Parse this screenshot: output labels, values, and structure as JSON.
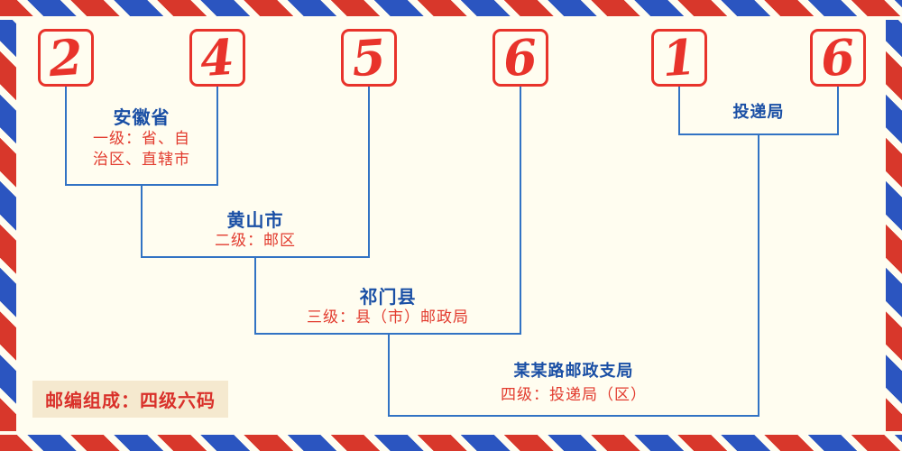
{
  "postal_code": {
    "digits": [
      "2",
      "4",
      "5",
      "6",
      "1",
      "6"
    ]
  },
  "groups": {
    "level1": {
      "place": "安徽省",
      "desc_line1": "一级：省、自",
      "desc_line2": "治区、直辖市"
    },
    "level2": {
      "place": "黄山市",
      "desc": "二级：邮区"
    },
    "level3": {
      "place": "祁门县",
      "desc": "三级：县（市）邮政局"
    },
    "level4": {
      "place": "某某路邮政支局",
      "desc": "四级：投递局（区）"
    },
    "delivery": {
      "label": "投递局"
    }
  },
  "footer": {
    "composition": "邮编组成：四级六码"
  },
  "colors": {
    "digit_red": "#e8332b",
    "heading_blue": "#1a4fa5",
    "text_red": "#e23b2e",
    "line_blue": "#3273c4",
    "stripe_red": "#d8372b",
    "stripe_blue": "#2b55c0",
    "background": "#fffdf0",
    "footer_badge_bg": "#f5e9cf"
  }
}
